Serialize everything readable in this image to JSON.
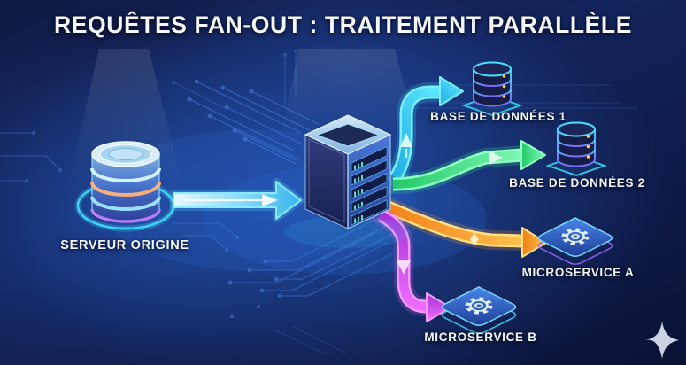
{
  "title": "REQUÊTES FAN-OUT : TRAITEMENT PARALLÈLE",
  "origin": {
    "label": "SERVEUR ORIGINE",
    "icon": "database-stack-icon"
  },
  "central_server": {
    "icon": "server-tower-icon"
  },
  "targets": [
    {
      "label": "BASE DE DONNÉES 1",
      "icon": "database-icon",
      "arrow_color": "#35d6ff"
    },
    {
      "label": "BASE DE DONNÉES 2",
      "icon": "database-icon",
      "arrow_color": "#3bef8e"
    },
    {
      "label": "MICROSERVICE A",
      "icon": "gear-icon",
      "arrow_color": "#ff9d38"
    },
    {
      "label": "MICROSERVICE B",
      "icon": "gear-icon",
      "arrow_color": "#d94ff0"
    }
  ],
  "watermark": {
    "icon": "sparkle-star-icon"
  },
  "colors": {
    "background_dark": "#0b1134",
    "background_bright": "#1d4da0",
    "circuit_trace": "#3f7ce0",
    "main_arrow": "#49c8f5",
    "text": "#f6f8fd"
  }
}
